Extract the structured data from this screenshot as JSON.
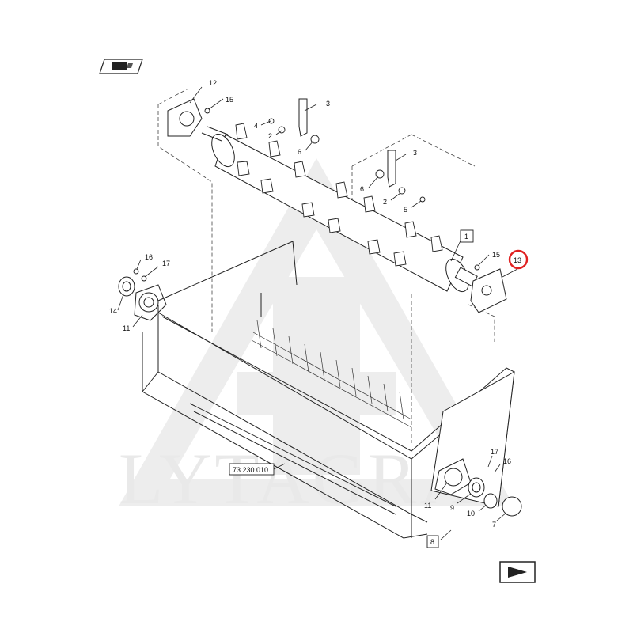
{
  "watermark": {
    "text": "LYTAGRA"
  },
  "callouts": {
    "c12": "12",
    "c15a": "15",
    "c3a": "3",
    "c4": "4",
    "c2a": "2",
    "c6a": "6",
    "c3b": "3",
    "c6b": "6",
    "c2b": "2",
    "c5": "5",
    "c1": "1",
    "c15b": "15",
    "c13": "13",
    "c16a": "16",
    "c17a": "17",
    "c14": "14",
    "c11a": "11",
    "c17b": "17",
    "c16b": "16",
    "c11b": "11",
    "c9": "9",
    "c10": "10",
    "c7": "7",
    "c8": "8"
  },
  "reference": "73.230.010",
  "highlight": {
    "callout": "13",
    "color": "#e02020"
  },
  "icons": {
    "top_left": "book-hand-icon",
    "bottom_right": "next-page-icon"
  }
}
